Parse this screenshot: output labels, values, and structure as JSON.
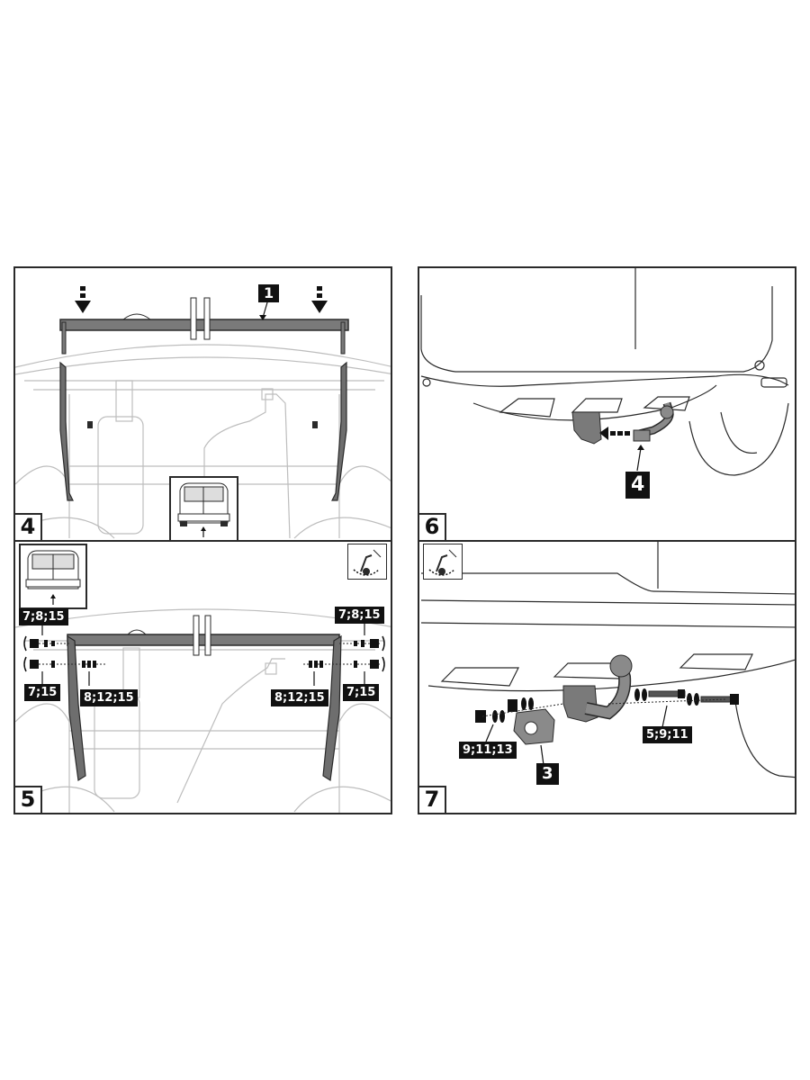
{
  "steps": {
    "step4": {
      "number": "4",
      "part_label": "1"
    },
    "step5": {
      "number": "5",
      "labels": {
        "top_left": "7;8;15",
        "top_right": "7;8;15",
        "bottom_left": "7;15",
        "mid_left": "8;12;15",
        "mid_right": "8;12;15",
        "bottom_right": "7;15"
      }
    },
    "step6": {
      "number": "6",
      "part_label": "4"
    },
    "step7": {
      "number": "7",
      "labels": {
        "left": "9;11;13",
        "center": "3",
        "right": "5;9;11"
      }
    }
  },
  "icons": {
    "arrow_down": "arrow-down-icon",
    "car_rear": "car-rear-view-icon",
    "torque_wrench": "torque-wrench-icon"
  },
  "colors": {
    "line": "#2a2a2a",
    "light_line": "#b5b5b5",
    "part_fill": "#7a7a7a",
    "label_bg": "#111111"
  }
}
